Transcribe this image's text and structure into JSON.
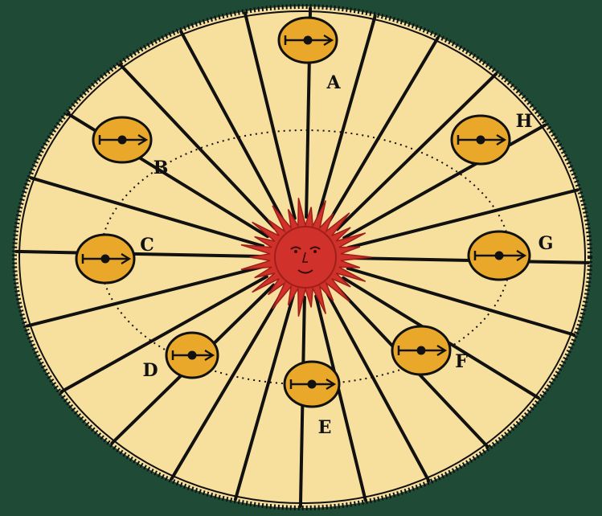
{
  "colors": {
    "background": "#1f4a35",
    "disc": "#f7df9e",
    "ink": "#111111",
    "sun": "#d0312a",
    "sun_dark": "#9e1f1a",
    "planet": "#e9a82a"
  },
  "diagram": {
    "center_figure": "sun-face",
    "ray_count": 24,
    "orbit": {
      "style": "dotted"
    },
    "bodies": [
      {
        "label": "A",
        "icon": "orbiting-body"
      },
      {
        "label": "B",
        "icon": "orbiting-body"
      },
      {
        "label": "C",
        "icon": "orbiting-body"
      },
      {
        "label": "D",
        "icon": "orbiting-body"
      },
      {
        "label": "E",
        "icon": "orbiting-body"
      },
      {
        "label": "F",
        "icon": "orbiting-body"
      },
      {
        "label": "G",
        "icon": "orbiting-body"
      },
      {
        "label": "H",
        "icon": "orbiting-body"
      }
    ]
  }
}
